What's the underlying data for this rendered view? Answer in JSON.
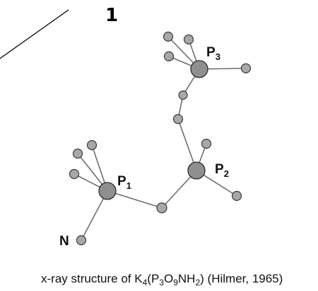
{
  "panel_number": "1",
  "atoms": {
    "P3": {
      "letter": "P",
      "sub": "3"
    },
    "P2": {
      "letter": "P",
      "sub": "2"
    },
    "P1": {
      "letter": "P",
      "sub": "1"
    },
    "N": {
      "letter": "N"
    }
  },
  "caption": {
    "part1": "x-ray structure of K",
    "sub1": "4",
    "part2": "(P",
    "sub2": "3",
    "part3": "O",
    "sub3": "9",
    "part4": "NH",
    "sub4": "2",
    "part5": ") (Hilmer, 1965)"
  },
  "colors": {
    "atom_fill": "#8f8f8f",
    "atom_outline": "#2b2b2b",
    "bond": "#6e6e6e",
    "text": "#111111"
  }
}
